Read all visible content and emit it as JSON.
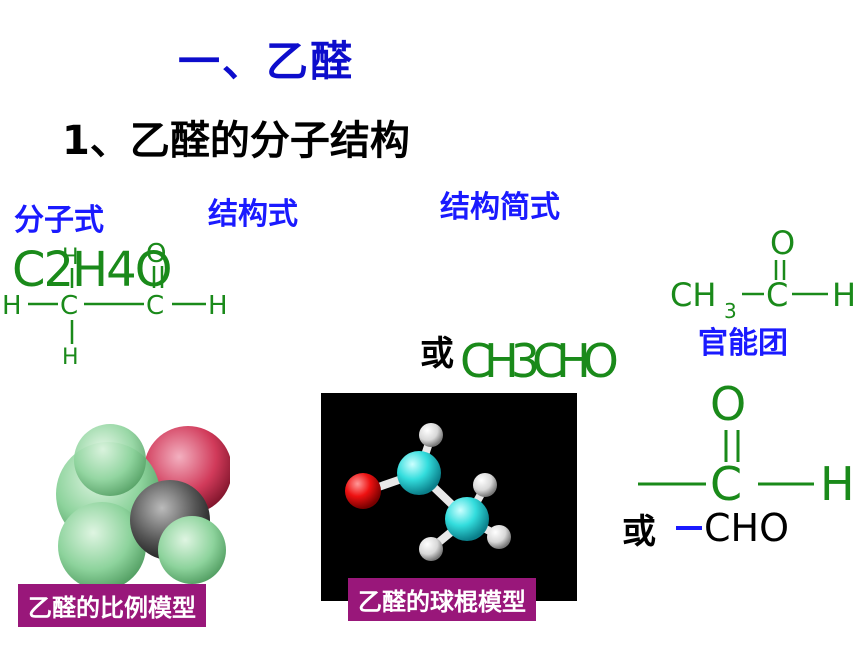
{
  "slide": {
    "title": "一、乙醛",
    "subtitle": "1、乙醛的分子结构"
  },
  "labels": {
    "molecular_formula": "分子式",
    "structural_formula": "结构式",
    "condensed_formula": "结构简式",
    "functional_group": "官能团",
    "or_1": "或",
    "or_2": "或"
  },
  "formulas": {
    "molecular": "C2H4O",
    "structural_atoms": {
      "o": "O",
      "h_top": "H",
      "h_left": "H",
      "c1": "C",
      "c2": "C",
      "h_right": "H",
      "h_bottom": "H"
    },
    "condensed_1": {
      "ch": "CH",
      "sub": "3",
      "c": "C",
      "h": "H",
      "o": "O"
    },
    "condensed_2": "CH3CHO",
    "group_structure": {
      "o": "O",
      "c": "C",
      "h": "H"
    },
    "group_text": "CHO"
  },
  "captions": {
    "space_filling": "乙醛的比例模型",
    "ball_stick": "乙醛的球棍模型"
  },
  "colors": {
    "title_blue": "#0d0dcc",
    "label_blue": "#1a1aff",
    "formula_green": "#1a8a1a",
    "caption_purple": "#99177a"
  }
}
